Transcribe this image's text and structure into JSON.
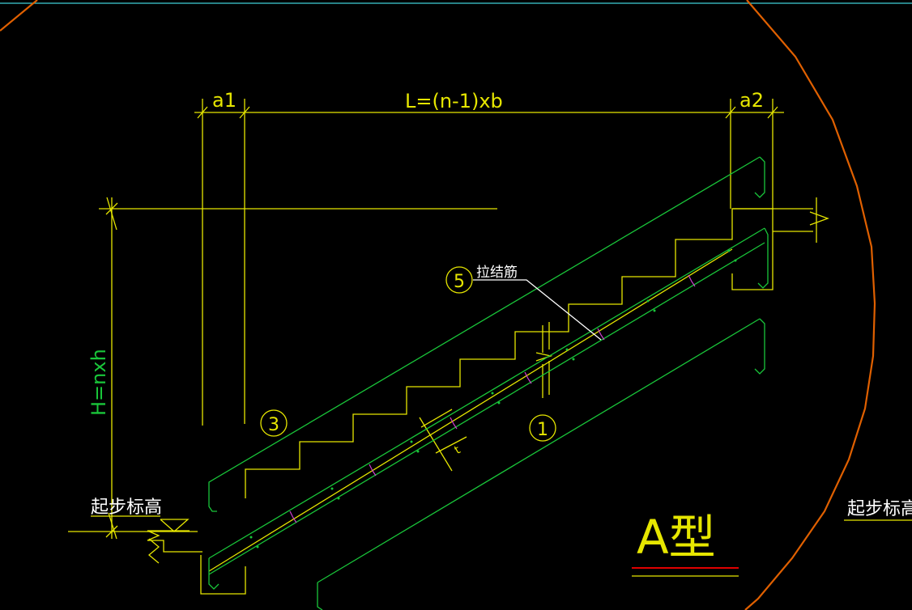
{
  "drawing": {
    "dim_a1": "a1",
    "dim_L": "L=(n-1)xb",
    "dim_a2": "a2",
    "dim_H": "H=nxh",
    "label_start_elevation": "起步标高",
    "label_start_elevation_right": "起步标高",
    "label_tie_bar": "拉结筋",
    "bar_mark_1": "1",
    "bar_mark_3": "3",
    "bar_mark_5": "5",
    "type_title": "A型",
    "dim_t": "t"
  },
  "colors": {
    "background": "#000000",
    "yellow": "#e6e600",
    "green": "#19c63a",
    "white": "#ffffff",
    "orange": "#e06000",
    "cyan": "#3fd0d8",
    "magenta": "#d040d0",
    "red": "#e00000"
  }
}
